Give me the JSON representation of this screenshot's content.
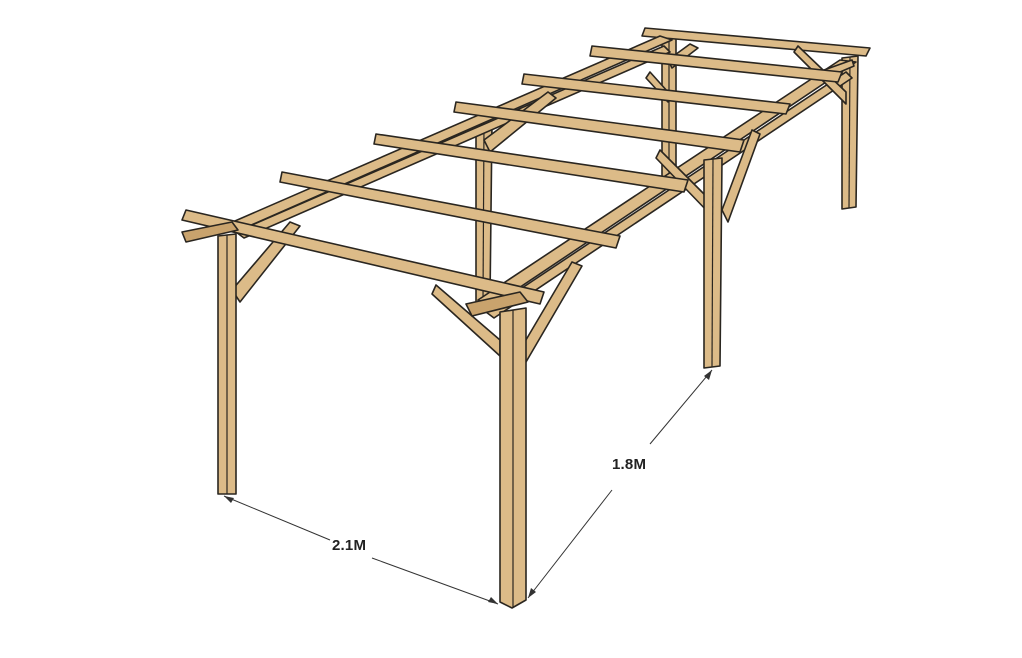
{
  "diagram": {
    "subject": "timber pergola (two-bay, six rafters)",
    "colors": {
      "wood": "#dcbb88",
      "wood_shade": "#c9a36d",
      "outline": "#2a2620",
      "dimension_line": "#333333",
      "background": "#ffffff"
    },
    "dimensions": {
      "width_label": "2.1M",
      "depth_label": "1.8M"
    }
  }
}
